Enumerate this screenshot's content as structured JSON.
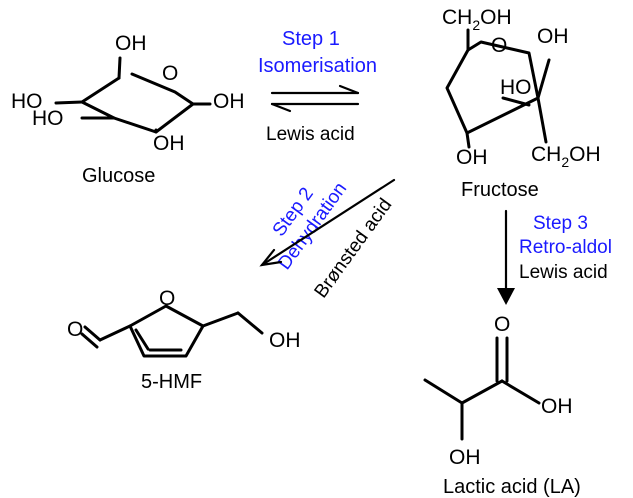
{
  "colors": {
    "step": "#1a1aff",
    "text": "#000000"
  },
  "steps": {
    "step1": {
      "title": "Step 1",
      "name": "Isomerisation",
      "catalyst": "Lewis acid"
    },
    "step2": {
      "title": "Step 2",
      "name": "Dehydration",
      "catalyst": "Brønsted acid"
    },
    "step3": {
      "title": "Step 3",
      "name": "Retro-aldol",
      "catalyst": "Lewis acid"
    }
  },
  "compounds": {
    "glucose": {
      "name": "Glucose"
    },
    "fructose": {
      "name": "Fructose"
    },
    "hmf": {
      "name": "5-HMF"
    },
    "lactic": {
      "name": "Lactic acid (LA)"
    }
  },
  "atoms": {
    "glucose": {
      "oh_top": "OH",
      "ring_o": "O",
      "ho_left": "HO",
      "ho_left2": "HO",
      "oh_right": "OH",
      "oh_bottom": "OH"
    },
    "fructose": {
      "ch2oh_top": "CH",
      "ch2oh_top_sub": "2",
      "ch2oh_top_end": "OH",
      "ring_o": "O",
      "oh_right": "OH",
      "ho_mid": "HO",
      "oh_bottom": "OH",
      "ch2oh_bottom": "CH",
      "ch2oh_bottom_sub": "2",
      "ch2oh_bottom_end": "OH"
    },
    "hmf": {
      "ring_o": "O",
      "ald_o": "O",
      "oh": "OH"
    },
    "lactic": {
      "carbonyl_o": "O",
      "oh_acid": "OH",
      "oh_alpha": "OH"
    }
  }
}
